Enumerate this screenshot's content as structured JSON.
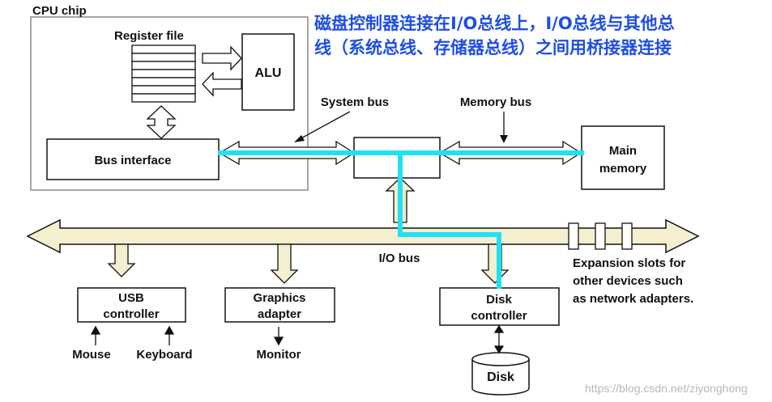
{
  "caption": {
    "line1": "磁盘控制器连接在I/O总线上，I/O总线与其他总",
    "line2": "线（系统总线、存储器总线）之间用桥接器连接"
  },
  "labels": {
    "cpu_chip": "CPU chip",
    "register_file": "Register file",
    "alu": "ALU",
    "bus_interface": "Bus interface",
    "system_bus": "System bus",
    "memory_bus": "Memory bus",
    "main_memory_line1": "Main",
    "main_memory_line2": "memory",
    "io_bus": "I/O bus",
    "usb_line1": "USB",
    "usb_line2": "controller",
    "graphics_line1": "Graphics",
    "graphics_line2": "adapter",
    "disk_ctrl_line1": "Disk",
    "disk_ctrl_line2": "controller",
    "disk": "Disk",
    "mouse": "Mouse",
    "keyboard": "Keyboard",
    "monitor": "Monitor",
    "expansion_line1": "Expansion slots for",
    "expansion_line2": "other devices such",
    "expansion_line3": "as network adapters."
  },
  "watermark": "https://blog.csdn.net/ziyonghong",
  "colors": {
    "bus_fill": "#f3efcf",
    "highlight_path": "#22e0f2",
    "caption_text": "#1f4fe0",
    "outline": "#111111"
  }
}
